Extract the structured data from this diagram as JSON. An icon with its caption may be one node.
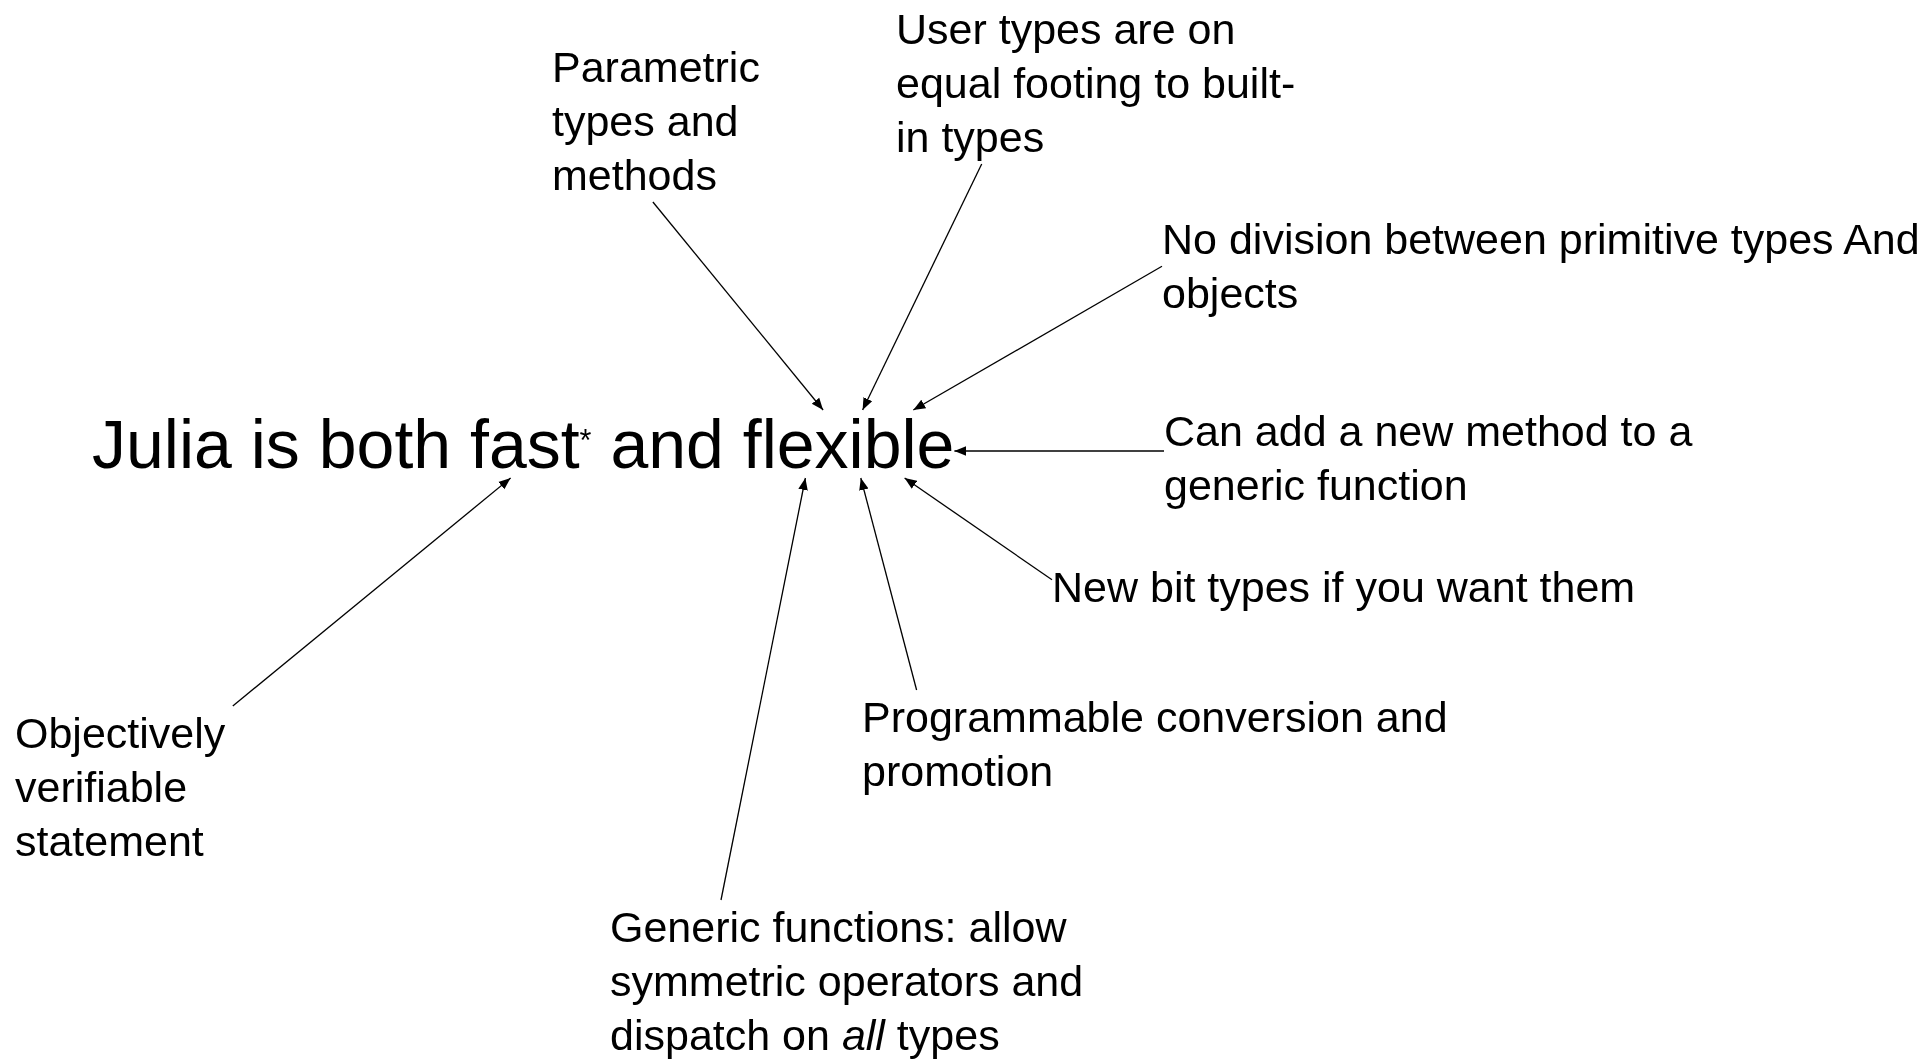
{
  "diagram": {
    "nodes": [
      {
        "text": [
          "User types are on equal footing to built-in types"
        ]
      },
      {
        "text": [
          "Parametric types and methods"
        ]
      },
      {
        "text": [
          "No division between primitive types And objects"
        ]
      },
      {
        "text": [
          "Julia is both fast$^{*}$ and flexible"
        ]
      },
      {
        "text": [
          "Can add a new method to a generic function"
        ]
      },
      {
        "text": [
          "New bit types if you want them"
        ]
      },
      {
        "text": [
          "Programmable conversion and promotion"
        ]
      },
      {
        "text": [
          "Objectively verifiable statement"
        ]
      },
      {
        "text": [
          "Generic functions: allow symmetric operators and dispatch on *all* types"
        ]
      }
    ],
    "edges": [
      {
        "from": 0,
        "to": 3,
        "arrow": "to"
      },
      {
        "from": 1,
        "to": 3,
        "arrow": "to"
      },
      {
        "from": 2,
        "to": 3,
        "arrow": "to"
      },
      {
        "from": 4,
        "to": 3,
        "arrow": "to"
      },
      {
        "from": 5,
        "to": 3,
        "arrow": "to"
      },
      {
        "from": 6,
        "to": 3,
        "arrow": "to"
      },
      {
        "from": 8,
        "to": 3,
        "arrow": "to"
      },
      {
        "from": 7,
        "to": 3,
        "arrow": "to"
      }
    ]
  }
}
